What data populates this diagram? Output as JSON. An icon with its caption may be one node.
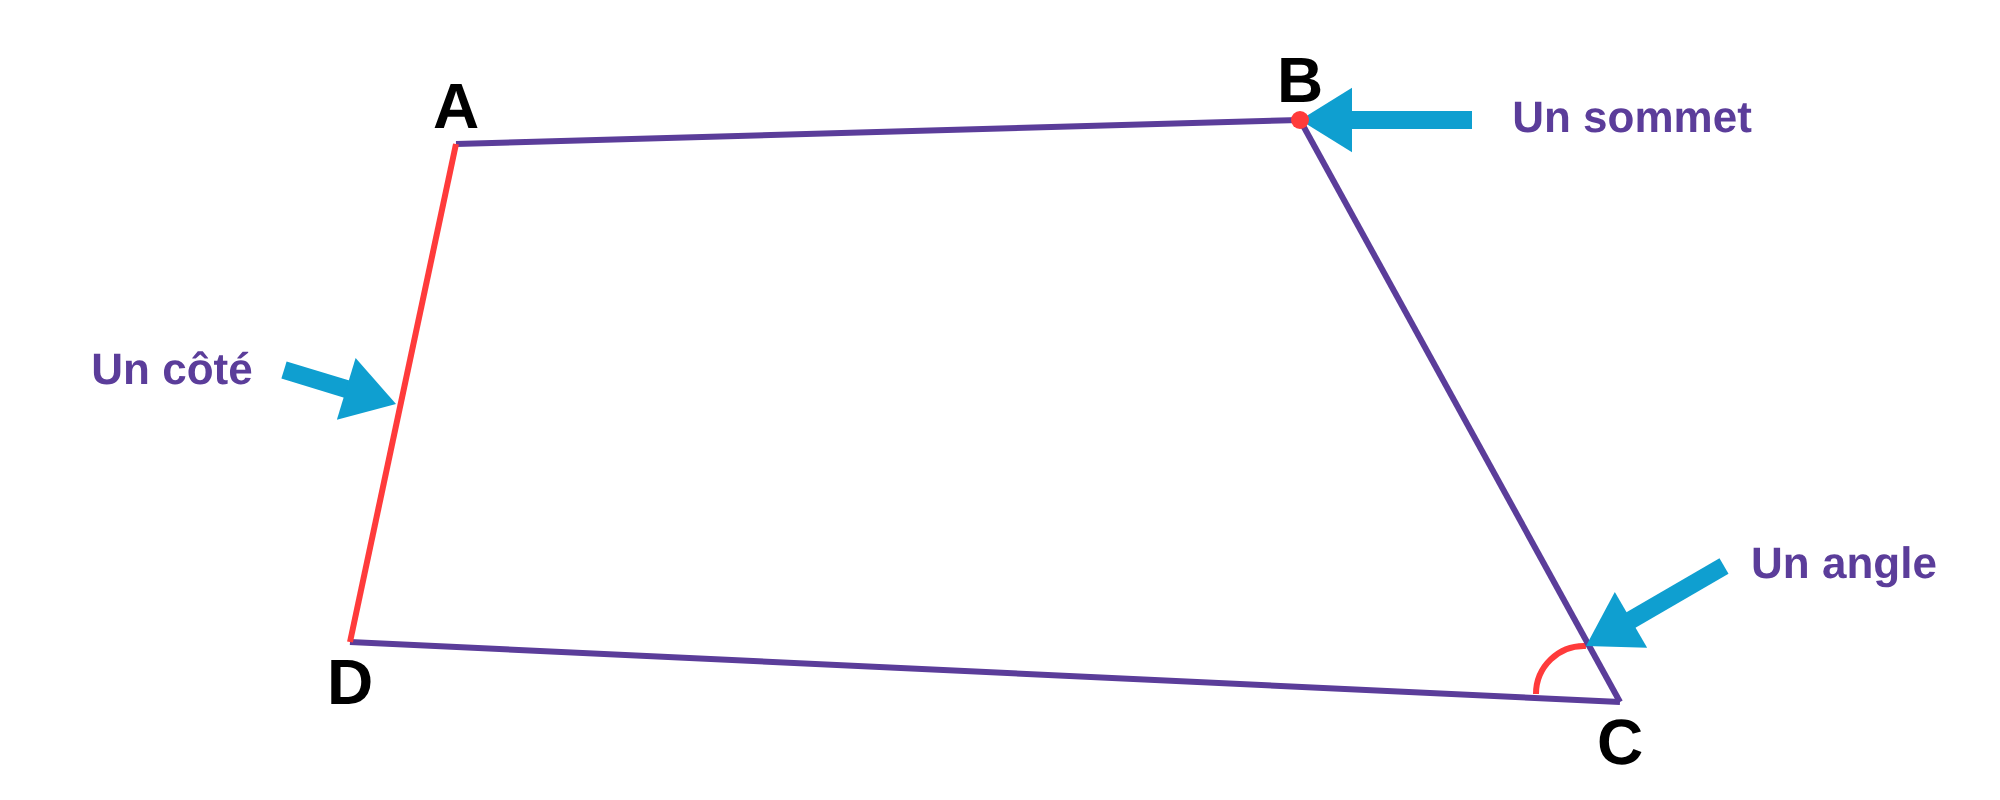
{
  "diagram": {
    "nodes": [
      {
        "text": [
          "A"
        ]
      },
      {
        "text": [
          "B"
        ]
      },
      {
        "text": [
          "C"
        ]
      },
      {
        "text": [
          "D"
        ]
      },
      {
        "text": [
          "Un sommet"
        ]
      },
      {
        "text": [
          "Un côté"
        ]
      },
      {
        "text": [
          "Un angle"
        ]
      },
      {
        "text": [],
        "shape": "arc"
      }
    ],
    "edges": [
      {
        "from": 0,
        "to": 1,
        "arrow": "none"
      },
      {
        "from": 1,
        "to": 2,
        "arrow": "none"
      },
      {
        "from": 2,
        "to": 3,
        "arrow": "none"
      },
      {
        "from": 3,
        "to": 0,
        "arrow": "none",
        "color": "#ff3b3b"
      },
      {
        "from": 4,
        "to": 1,
        "arrow": "to",
        "style": "thick",
        "color": "#0f9fd0"
      },
      {
        "from": 5,
        "to": null,
        "arrow": "to",
        "style": "thick",
        "color": "#0f9fd0"
      },
      {
        "from": 6,
        "to": 7,
        "arrow": "to",
        "style": "thick",
        "color": "#0f9fd0"
      }
    ]
  }
}
